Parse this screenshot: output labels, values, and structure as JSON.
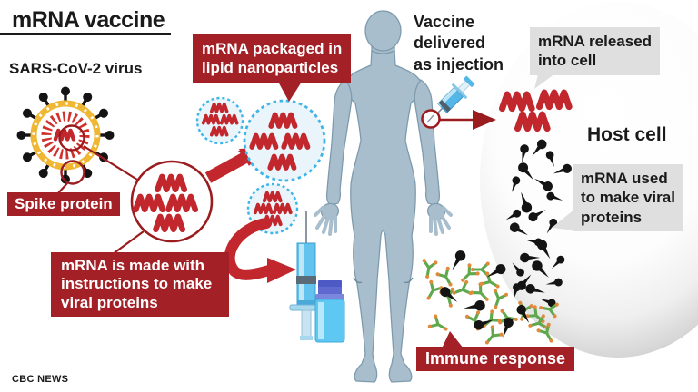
{
  "page": {
    "title": "mRNA vaccine",
    "attribution": "CBC NEWS"
  },
  "labels": {
    "virus": "SARS-CoV-2 virus",
    "spike_protein": "Spike protein",
    "mrna_made": "mRNA is made with\ninstructions to make\nviral proteins",
    "packaged": "mRNA packaged in\nlipid nanoparticles",
    "delivery": "Vaccine\ndelivered\nas injection",
    "released": "mRNA released\ninto cell",
    "host_cell": "Host cell",
    "mrna_used": "mRNA used\nto make viral\nproteins",
    "immune": "Immune response"
  },
  "colors": {
    "label_red": "#A32026",
    "process_red": "#C1272D",
    "dark_red_line": "#9B1C1F",
    "virus_ring_yellow": "#EFB733",
    "virus_core_red": "#D0312D",
    "nanoparticle_blue": "#3EB5E8",
    "nanoparticle_fill": "#EAF4FB",
    "body_blue_gray": "#A9BECD",
    "syringe_blue": "#55B7E8",
    "vial_blue": "#5EC8F2",
    "vial_cap_blue": "#4D59C4",
    "antibody_green": "#5FA84E",
    "antibody_tip_orange": "#E08B3C",
    "callout_gray": "#DFDFDF",
    "cell_edge_gray": "#C2C2C2",
    "ink": "#1A1A1A",
    "background": "#FFFFFF"
  },
  "icons": {
    "coronavirus-icon": "virus ball with black club-shaped spikes",
    "mrna-strand-icon": "red zigzag mRNA strand",
    "lipid-nanoparticle-icon": "dotted blue circle holding mRNA strands",
    "syringe-vial-icon": "upright syringe beside vaccine vial",
    "injection-syringe-icon": "tilted syringe injecting upper arm",
    "human-body-icon": "standing human silhouette",
    "host-cell-icon": "large pale sphere",
    "viral-protein-icon": "black spike protein fragment",
    "antibody-icon": "green Y-shaped antibody with orange tips",
    "process-arrow-icon": "thick red arrow"
  }
}
